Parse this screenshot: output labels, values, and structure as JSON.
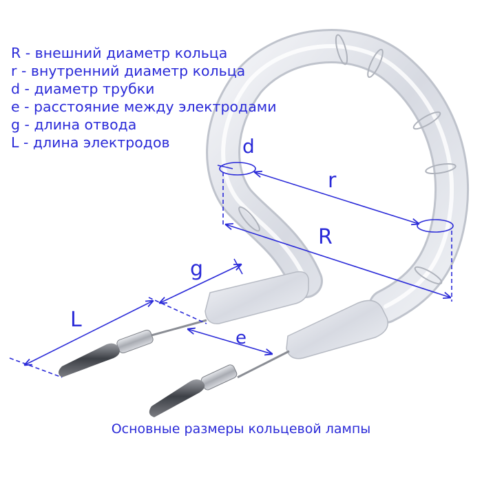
{
  "legend": [
    "R - внешний диаметр кольца",
    "r - внутренний диаметр кольца",
    "d - диаметр трубки",
    "e - расстояние между электродами",
    "g - длина отвода",
    "L - длина электродов"
  ],
  "labels": {
    "d": "d",
    "r": "r",
    "R": "R",
    "g": "g",
    "L": "L",
    "e": "e"
  },
  "caption": "Основные размеры кольцевой лампы",
  "colors": {
    "dimension": "#2a2ad8",
    "glass": "#c9ccd6",
    "metal": "#5a5d64"
  }
}
